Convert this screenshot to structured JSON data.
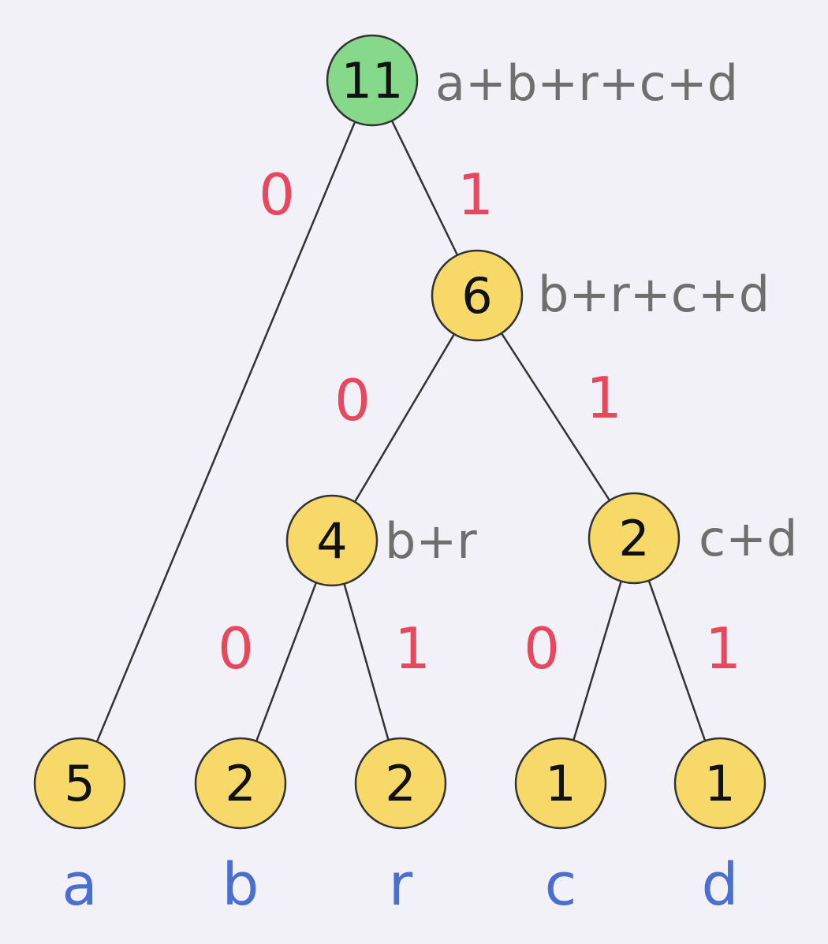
{
  "colors": {
    "root_fill": "#86d88a",
    "node_fill": "#f7d96a",
    "bit_color": "#e8485d",
    "symbol_color": "#4a6fd0",
    "expr_color": "#6f6f6f"
  },
  "nodes": [
    {
      "id": "root",
      "value": "11",
      "expr": "a+b+r+c+d"
    },
    {
      "id": "n6",
      "value": "6",
      "expr": "b+r+c+d"
    },
    {
      "id": "n4",
      "value": "4",
      "expr": "b+r"
    },
    {
      "id": "n2",
      "value": "2",
      "expr": "c+d"
    },
    {
      "id": "leaf-a",
      "value": "5",
      "symbol": "a"
    },
    {
      "id": "leaf-b",
      "value": "2",
      "symbol": "b"
    },
    {
      "id": "leaf-r",
      "value": "2",
      "symbol": "r"
    },
    {
      "id": "leaf-c",
      "value": "1",
      "symbol": "c"
    },
    {
      "id": "leaf-d",
      "value": "1",
      "symbol": "d"
    }
  ],
  "edges": [
    {
      "from": "root",
      "to": "leaf-a",
      "bit": "0"
    },
    {
      "from": "root",
      "to": "n6",
      "bit": "1"
    },
    {
      "from": "n6",
      "to": "n4",
      "bit": "0"
    },
    {
      "from": "n6",
      "to": "n2",
      "bit": "1"
    },
    {
      "from": "n4",
      "to": "leaf-b",
      "bit": "0"
    },
    {
      "from": "n4",
      "to": "leaf-r",
      "bit": "1"
    },
    {
      "from": "n2",
      "to": "leaf-c",
      "bit": "0"
    },
    {
      "from": "n2",
      "to": "leaf-d",
      "bit": "1"
    }
  ]
}
